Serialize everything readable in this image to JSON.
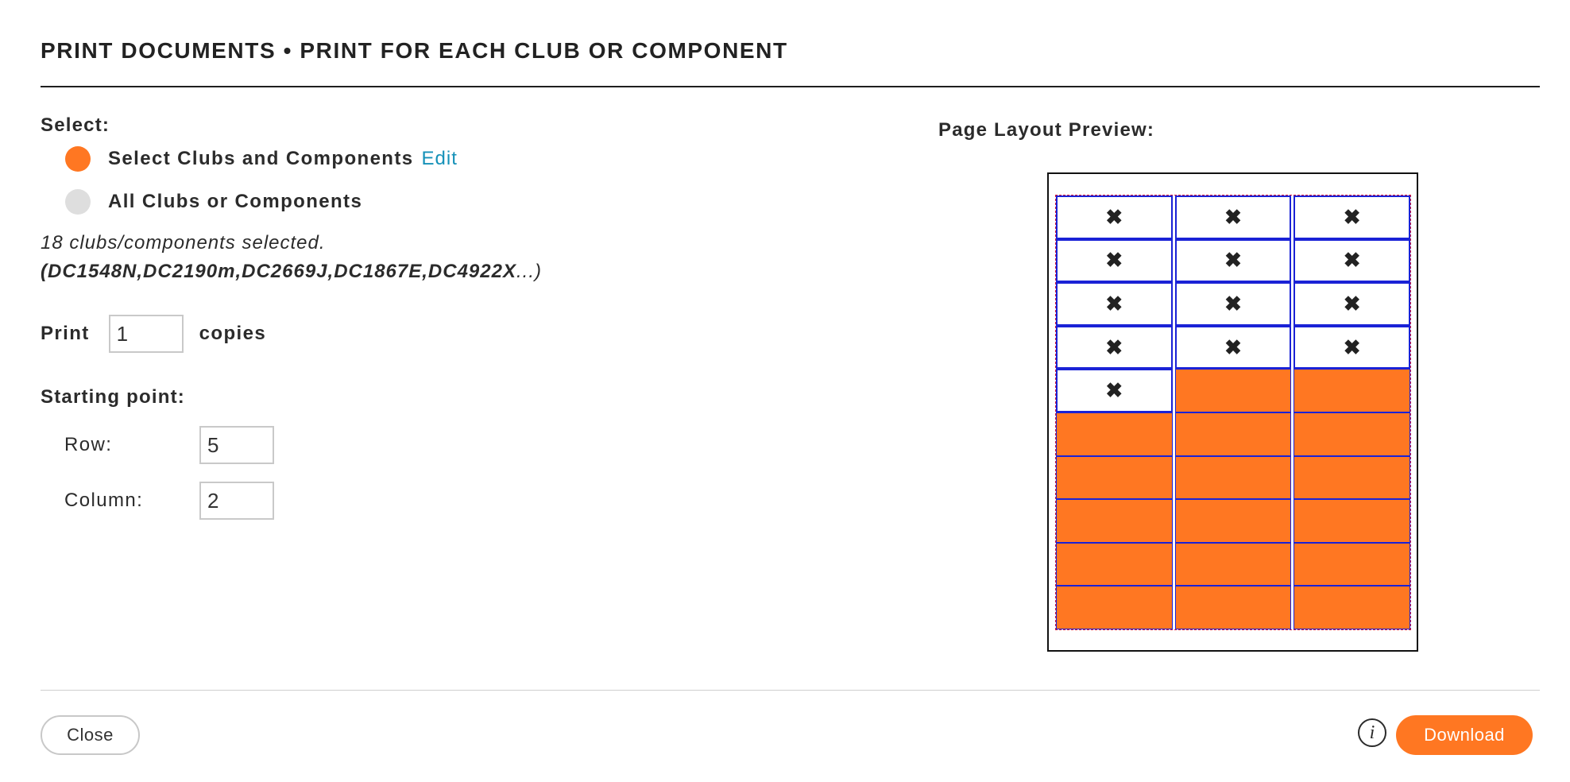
{
  "dialog": {
    "title": "PRINT DOCUMENTS • PRINT FOR EACH CLUB OR COMPONENT"
  },
  "select": {
    "label": "Select:",
    "options": [
      {
        "label": "Select Clubs and Components",
        "selected": true
      },
      {
        "label": "All Clubs or Components",
        "selected": false
      }
    ],
    "edit_link": "Edit"
  },
  "summary": {
    "count_text": "18 clubs/components selected.",
    "ids_open": "(",
    "ids": "DC1548N,DC2190m,DC2669J,DC1867E,DC4922X",
    "ids_close": "...)"
  },
  "print": {
    "label": "Print",
    "copies_value": "1",
    "copies_suffix": "copies"
  },
  "starting_point": {
    "label": "Starting point:",
    "row_label": "Row:",
    "row_value": "5",
    "column_label": "Column:",
    "column_value": "2"
  },
  "preview": {
    "label": "Page Layout Preview:",
    "rows": 10,
    "columns": 3,
    "used_mark": "✖",
    "used_cells": 13,
    "empty_color": "#ff7722",
    "cell_border_color": "#1a22d6"
  },
  "footer": {
    "close_label": "Close",
    "info_icon": "info-icon",
    "info_glyph": "i",
    "download_label": "Download",
    "accent_color": "#ff7722"
  }
}
